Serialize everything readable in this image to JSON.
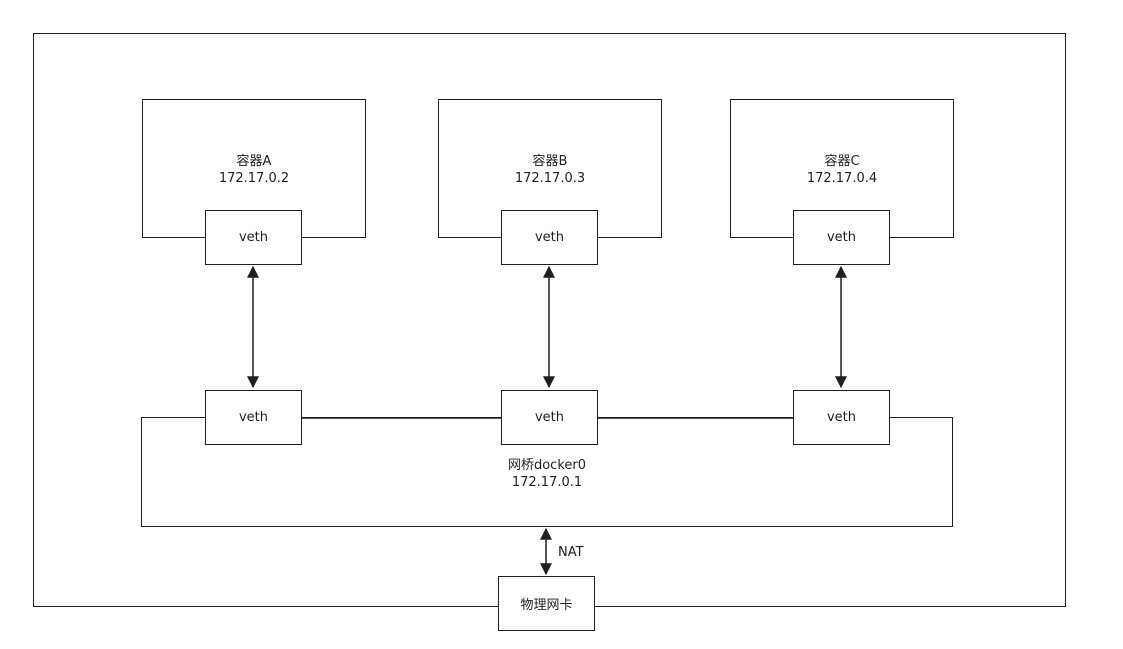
{
  "containers": [
    {
      "name": "容器A",
      "ip": "172.17.0.2",
      "veth": "veth"
    },
    {
      "name": "容器B",
      "ip": "172.17.0.3",
      "veth": "veth"
    },
    {
      "name": "容器C",
      "ip": "172.17.0.4",
      "veth": "veth"
    }
  ],
  "bridge": {
    "name": "网桥docker0",
    "ip": "172.17.0.1",
    "veths": [
      "veth",
      "veth",
      "veth"
    ]
  },
  "nat_label": "NAT",
  "nic_label": "物理网卡"
}
